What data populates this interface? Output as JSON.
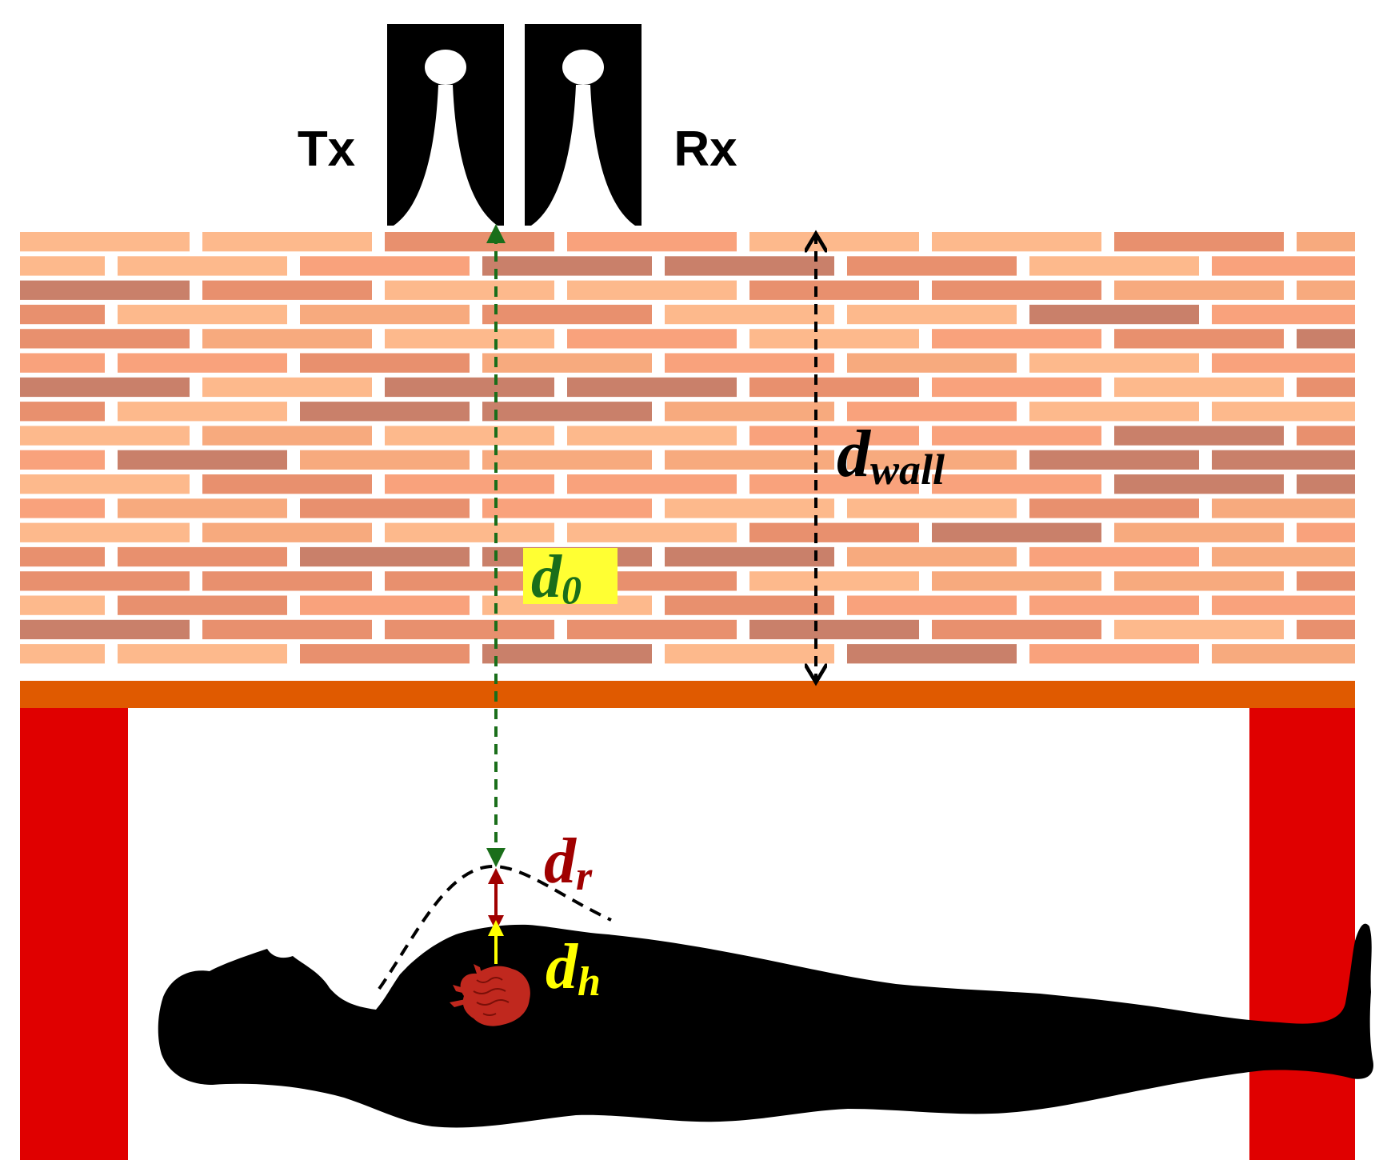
{
  "labels": {
    "tx": "Tx",
    "rx": "Rx",
    "d_wall": {
      "main": "d",
      "sub": "wall"
    },
    "d_0": {
      "main": "d",
      "sub": "0"
    },
    "d_r": {
      "main": "d",
      "sub": "r"
    },
    "d_h": {
      "main": "d",
      "sub": "h"
    }
  },
  "colors": {
    "brick_palette": [
      "#e8906e",
      "#f9a27c",
      "#fdb98c",
      "#c9806a",
      "#f7aa7e"
    ],
    "mortar": "#ffffff",
    "wall_base": "#e05a00",
    "table_legs": "#e00000",
    "body": "#000000",
    "heart": "#c0281e",
    "d0_arrow": "#1a6e1a",
    "d0_highlight": "#ffff33",
    "dr_arrow": "#a00000",
    "dh_arrow": "#ffff00",
    "dh_text": "#ffff00",
    "dwall_arrow": "#000000"
  },
  "icons": {
    "antenna_tx": "vivaldi-antenna-icon",
    "antenna_rx": "vivaldi-antenna-icon",
    "heart": "heart-icon",
    "human_body": "lying-person-silhouette"
  }
}
